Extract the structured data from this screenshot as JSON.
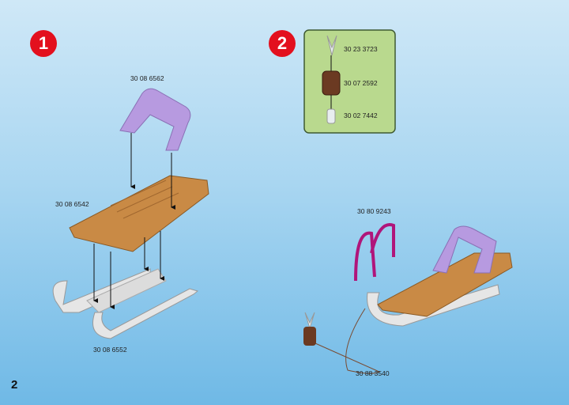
{
  "steps": [
    {
      "number": "1"
    },
    {
      "number": "2"
    }
  ],
  "step1": {
    "parts": {
      "backrest": "30 08 6562",
      "seat": "30 08 6542",
      "runners": "30 08 6552"
    }
  },
  "step2": {
    "inset_parts": [
      "30 23 3723",
      "30 07 2592",
      "30 02 7442"
    ],
    "parts": {
      "handles": "30 80 9243",
      "rope": "30 88 3540"
    }
  },
  "page_number": "2",
  "colors": {
    "step_badge": "#e3101e",
    "inset_bg": "#b9d98e",
    "seat": "#c98a45",
    "backrest": "#b79ae0",
    "runners": "#e6e6e6",
    "handles": "#b0157a"
  }
}
